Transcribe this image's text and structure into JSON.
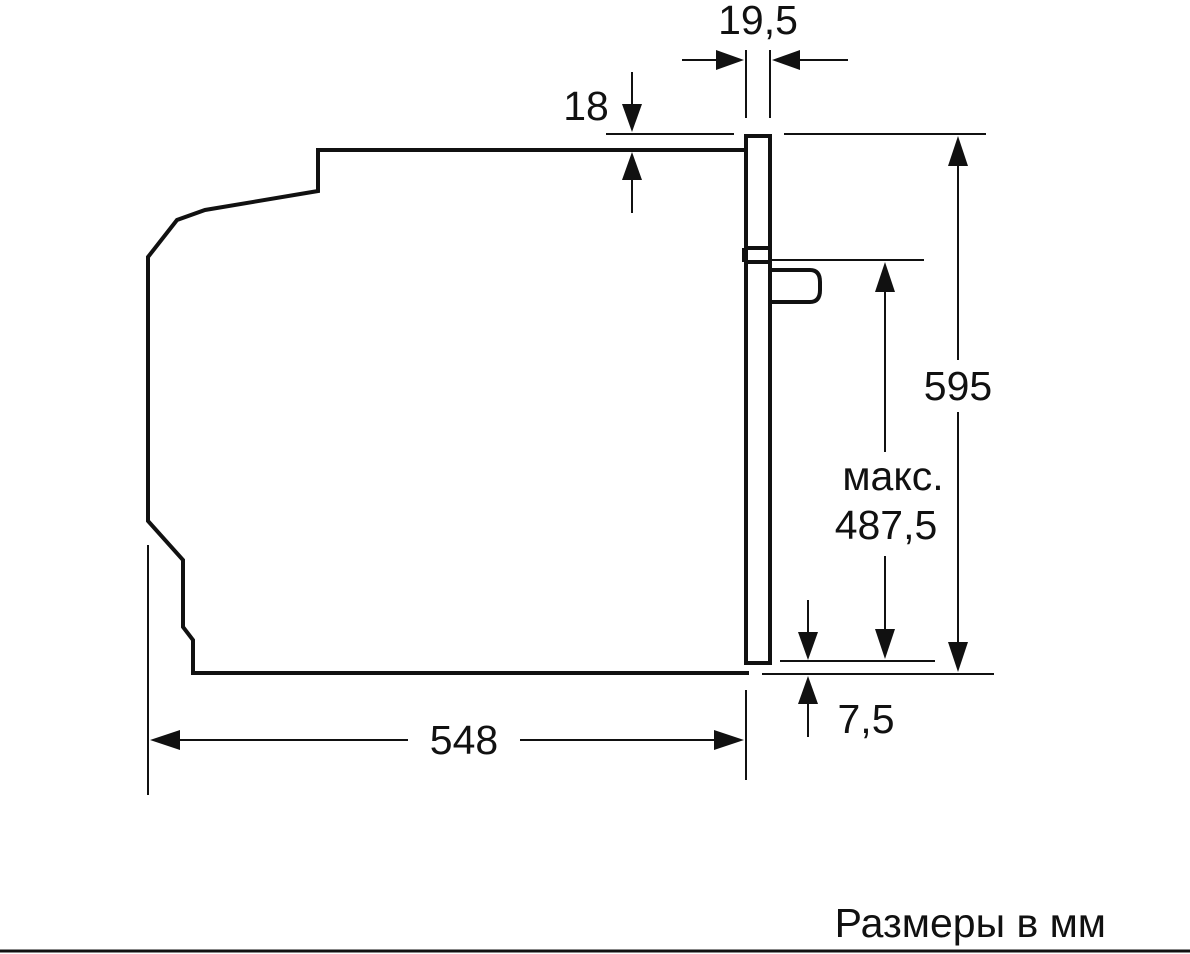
{
  "dimensions": {
    "depth": "548",
    "height": "595",
    "max_door_label": "макс.",
    "max_door_value": "487,5",
    "top_gap": "18",
    "front_thickness": "19,5",
    "bottom_gap": "7,5"
  },
  "caption": "Размеры в мм",
  "colors": {
    "line": "#111111",
    "background": "#ffffff"
  }
}
